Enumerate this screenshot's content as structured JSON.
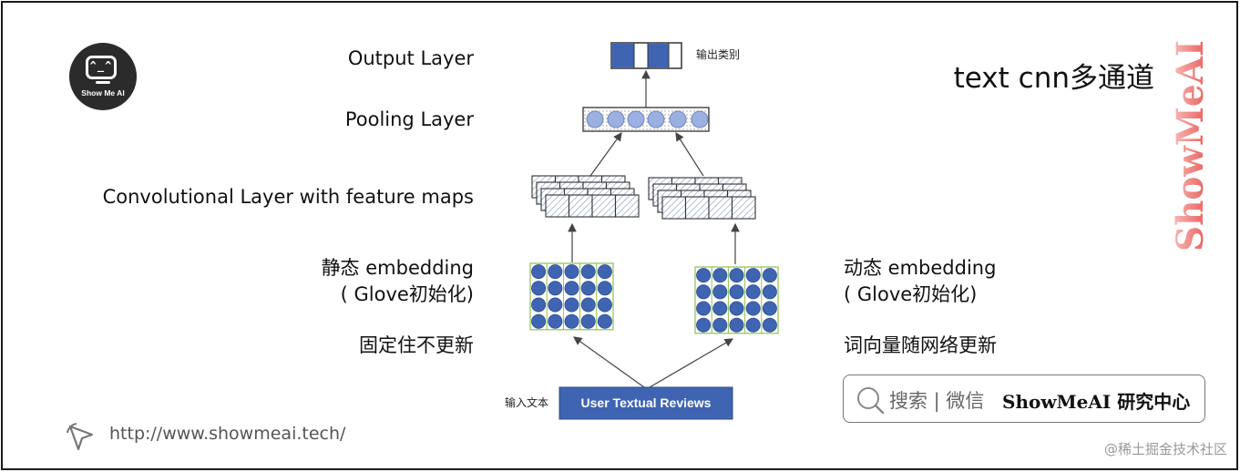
{
  "title": "text cnn多通道",
  "brand_vertical": "ShowMeAI",
  "logo": {
    "screen_text": "^_^",
    "caption": "Show Me AI"
  },
  "layers": {
    "output": "Output Layer",
    "pooling": "Pooling Layer",
    "conv": "Convolutional Layer with feature maps"
  },
  "left_channel": {
    "line1": "静态 embedding",
    "line2": "( Glove初始化)",
    "line3": "固定住不更新"
  },
  "right_channel": {
    "line1": "动态 embedding",
    "line2": "( Glove初始化)",
    "line3": "词向量随网络更新"
  },
  "diagram": {
    "output_label": "输出类别",
    "input_label": "输入文本",
    "input_box": "User Textual Reviews"
  },
  "footer": {
    "url": "http://www.showmeai.tech/",
    "search_hint": "搜索 | 微信",
    "search_brand": "ShowMeAI",
    "search_brand_cn": "研究中心",
    "watermark": "@稀土掘金技术社区"
  },
  "colors": {
    "blue": "#3f64b1",
    "pool_circle": "#9bb0e0",
    "grid_green": "#8cc152",
    "accent_red": "#e8504c"
  }
}
